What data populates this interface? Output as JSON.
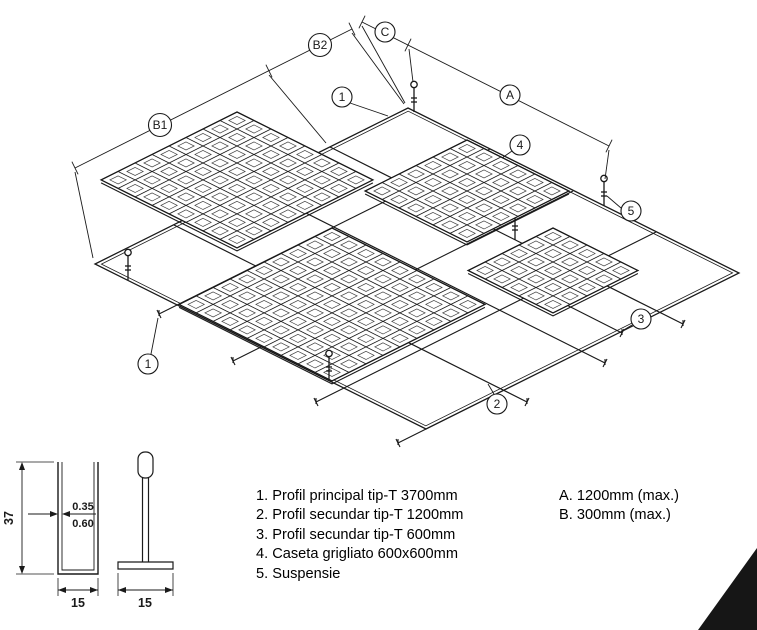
{
  "drawing": {
    "callouts": {
      "n1": "1",
      "n2": "2",
      "n3": "3",
      "n4": "4",
      "n5": "5"
    },
    "dims": {
      "b1": "B1",
      "b2": "B2",
      "c": "C",
      "a": "A"
    }
  },
  "profiles": {
    "height": "37",
    "thickness_upper": "0.35",
    "thickness_lower": "0.60",
    "channel_width": "15",
    "tee_width": "15"
  },
  "legend": {
    "items": [
      "1. Profil principal tip-T 3700mm",
      "2. Profil secundar tip-T 1200mm",
      "3. Profil secundar tip-T 600mm",
      "4. Caseta grigliato 600x600mm",
      "5. Suspensie"
    ],
    "notes": [
      "A. 1200mm (max.)",
      "B. 300mm (max.)"
    ]
  },
  "colors": {
    "line": "#1a1a1a",
    "background": "#ffffff"
  }
}
